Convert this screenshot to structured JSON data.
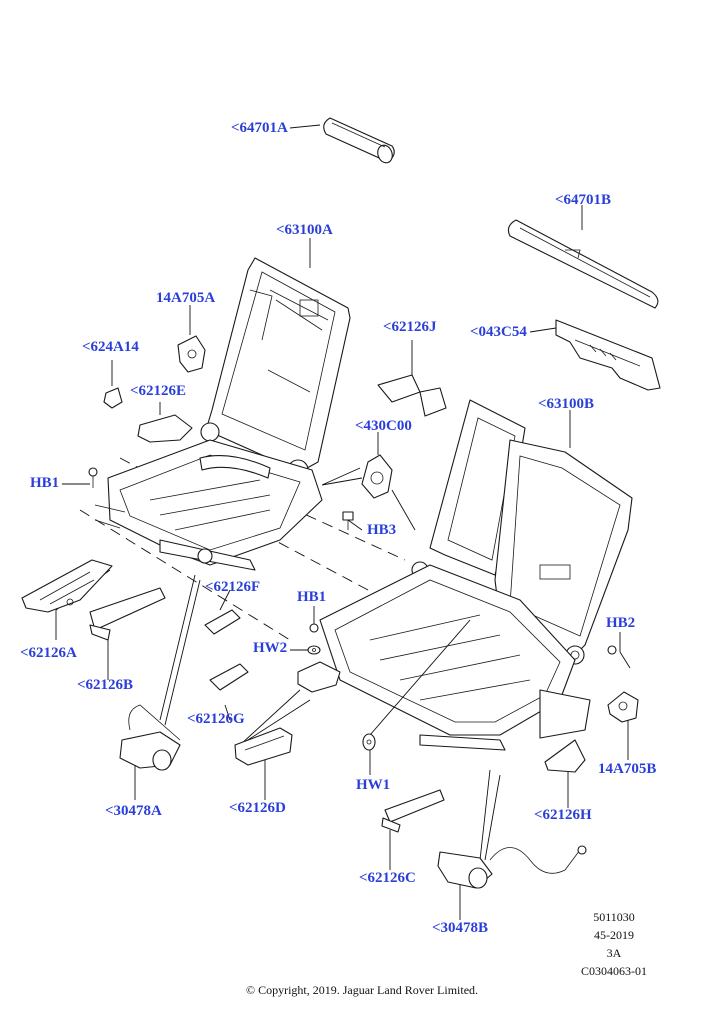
{
  "callouts": {
    "c64701A": "<64701A",
    "c64701B": "<64701B",
    "c63100A": "<63100A",
    "c14A705A": "14A705A",
    "c62126J": "<62126J",
    "c043C54": "<043C54",
    "c624A14": "<624A14",
    "c62126E": "<62126E",
    "c430C00": "<430C00",
    "c63100B": "<63100B",
    "hb1_left": "HB1",
    "hb3": "HB3",
    "c62126F": "<62126F",
    "hb1_mid": "HB1",
    "hb2": "HB2",
    "hw2": "HW2",
    "c62126A": "<62126A",
    "c62126B": "<62126B",
    "c62126G": "<62126G",
    "c14A705B": "14A705B",
    "hw1": "HW1",
    "c30478A": "<30478A",
    "c62126D": "<62126D",
    "c62126H": "<62126H",
    "c62126C": "<62126C",
    "c30478B": "<30478B"
  },
  "meta": {
    "line1": "5011030",
    "line2": "45-2019",
    "line3": "3A",
    "line4": "C0304063-01"
  },
  "copyright": "© Copyright, 2019. Jaguar Land Rover Limited.",
  "colors": {
    "callout": "#2a3fd9",
    "line": "#1a1a1a"
  }
}
